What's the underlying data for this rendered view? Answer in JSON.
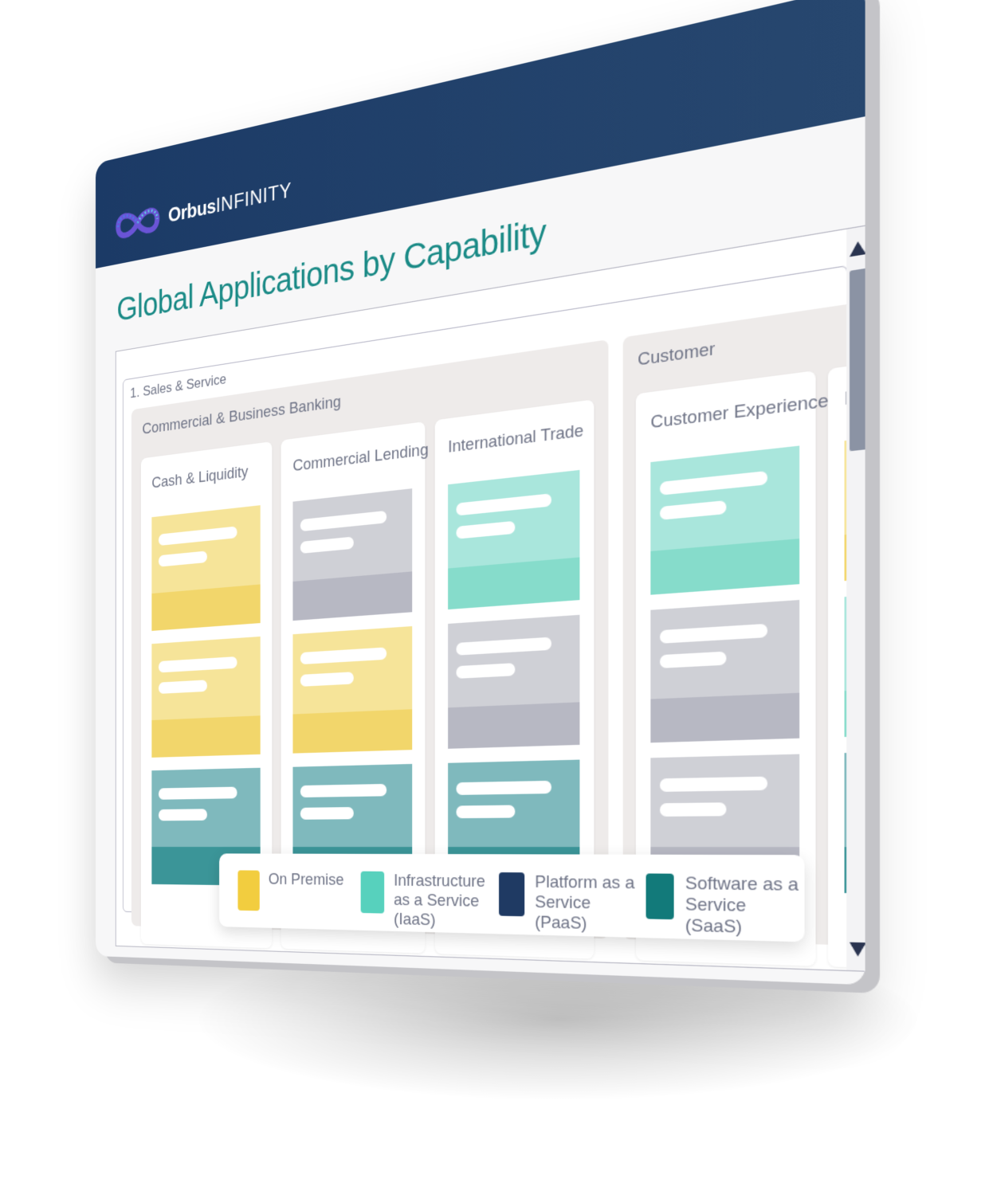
{
  "app": {
    "brand_bold": "Orbus",
    "brand_light": "INFINITY",
    "logo_icon": "infinity-loop-icon"
  },
  "page": {
    "title": "Global Applications by Capability"
  },
  "diagram": {
    "top_group": "1. Sales & Service",
    "groups": [
      {
        "label": "Commercial & Business Banking",
        "columns": [
          {
            "label": "Cash & Liquidity",
            "cards": [
              "On Premise",
              "On Premise",
              "Software as a Service (SaaS)"
            ]
          },
          {
            "label": "Commercial Lending",
            "cards": [
              "Platform as a Service (PaaS)",
              "On Premise",
              "Software as a Service (SaaS)"
            ]
          },
          {
            "label": "International Trade",
            "cards": [
              "Infrastructure as a Service (IaaS)",
              "Platform as a Service (PaaS)",
              "Software as a Service (SaaS)"
            ]
          }
        ]
      },
      {
        "label": "Customer",
        "columns": [
          {
            "label": "Customer Experience",
            "cards": [
              "Infrastructure as a Service (IaaS)",
              "Platform as a Service (PaaS)",
              "Platform as a Service (PaaS)"
            ]
          },
          {
            "label": "Ma",
            "cards": [
              "On Premise",
              "Infrastructure as a Service (IaaS)",
              "Software as a Service (SaaS)"
            ]
          }
        ]
      }
    ]
  },
  "legend": {
    "items": [
      {
        "label": "On Premise",
        "color": "#f2cd3f"
      },
      {
        "label": "Infrastructure as a Service (IaaS)",
        "color": "#57d1bd"
      },
      {
        "label": "Platform as a Service (PaaS)",
        "color": "#1f3a63"
      },
      {
        "label": "Software as a Service (SaaS)",
        "color": "#127a7a"
      }
    ]
  },
  "scrollbar": {
    "up_icon": "triangle-up-icon",
    "down_icon": "triangle-down-icon"
  }
}
